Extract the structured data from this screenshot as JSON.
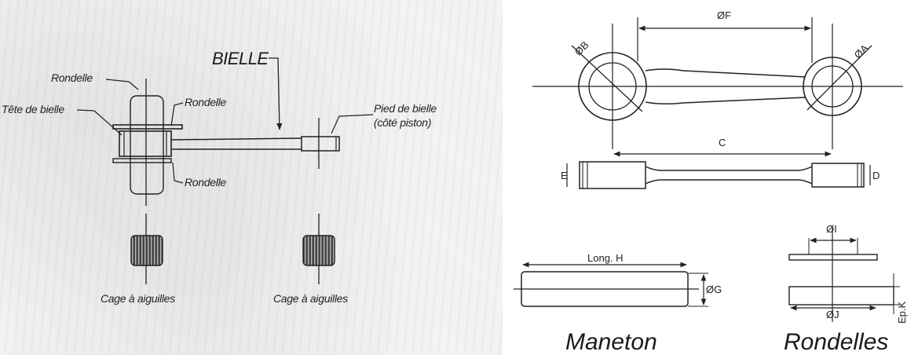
{
  "left_diagram": {
    "bielle": "BIELLE",
    "rondelle_top": "Rondelle",
    "rondelle_right": "Rondelle",
    "rondelle_bottom": "Rondelle",
    "tete_de_bielle": "Tête de bielle",
    "pied_de_bielle_line1": "Pied de bielle",
    "pied_de_bielle_line2": "(côté piston)",
    "cage_left": "Cage à aiguilles",
    "cage_right": "Cage à aiguilles"
  },
  "right_diagram": {
    "dim_F": "ØF",
    "dim_B": "ØB",
    "dim_A": "ØA",
    "dim_C": "C",
    "dim_E": "E",
    "dim_D": "D",
    "dim_H": "Long. H",
    "dim_G": "ØG",
    "dim_I": "ØI",
    "dim_J": "ØJ",
    "dim_K": "Ep.K",
    "title_maneton": "Maneton",
    "title_rondelles": "Rondelles"
  },
  "colors": {
    "line": "#222222",
    "background": "#ffffff"
  }
}
